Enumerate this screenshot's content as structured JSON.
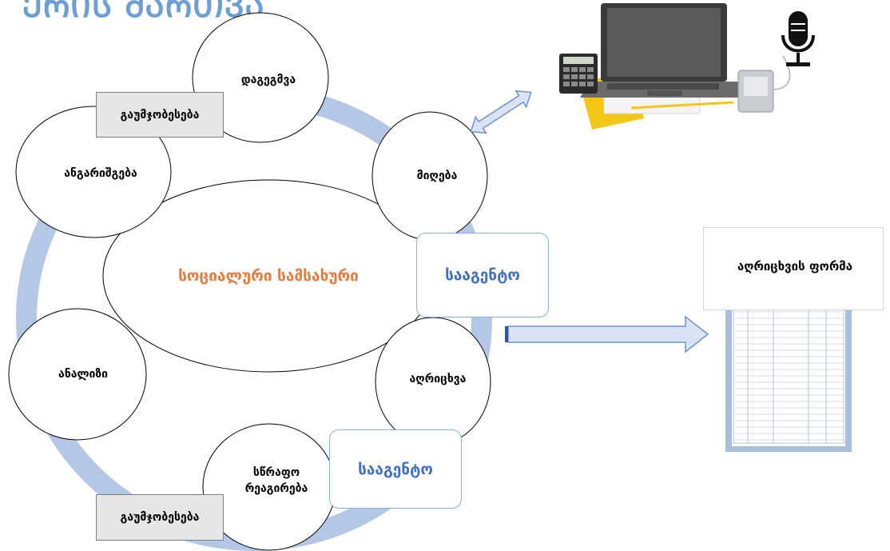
{
  "title": "ᲔᲠᲘᲡ ᲛᲐᲠᲗᲕᲐ",
  "center": {
    "label": "სოციალური სამსახური"
  },
  "cycle_nodes": {
    "planning": "დაგეგმვა",
    "receiving": "მიღება",
    "recording": "აღრიცხვა",
    "rapid_response": "სწრაფო რეაგირება",
    "analysis": "ანალიზი",
    "accounting": "ანგარიშგება"
  },
  "agency_boxes": {
    "upper": "სააგენტო",
    "lower": "სააგენტო"
  },
  "improvement_boxes": {
    "upper": "გაუმჯობესება",
    "lower": "გაუმჯობესება"
  },
  "record_form": {
    "title": "აღრიცხვის ფორმა"
  },
  "colors": {
    "ring": "#b4c7e7",
    "title": "#6d9fd4",
    "center_text": "#e57a3c",
    "agency_text": "#3f6fbd",
    "arrow_fill": "#dae3f3",
    "arrow_stroke": "#6f93c7",
    "laptop_body": "#595959",
    "folder_yellow": "#f5c518"
  },
  "icons": [
    "laptop-icon",
    "calculator-icon",
    "microphone-icon",
    "tablet-icon",
    "document-sheet-icon"
  ]
}
